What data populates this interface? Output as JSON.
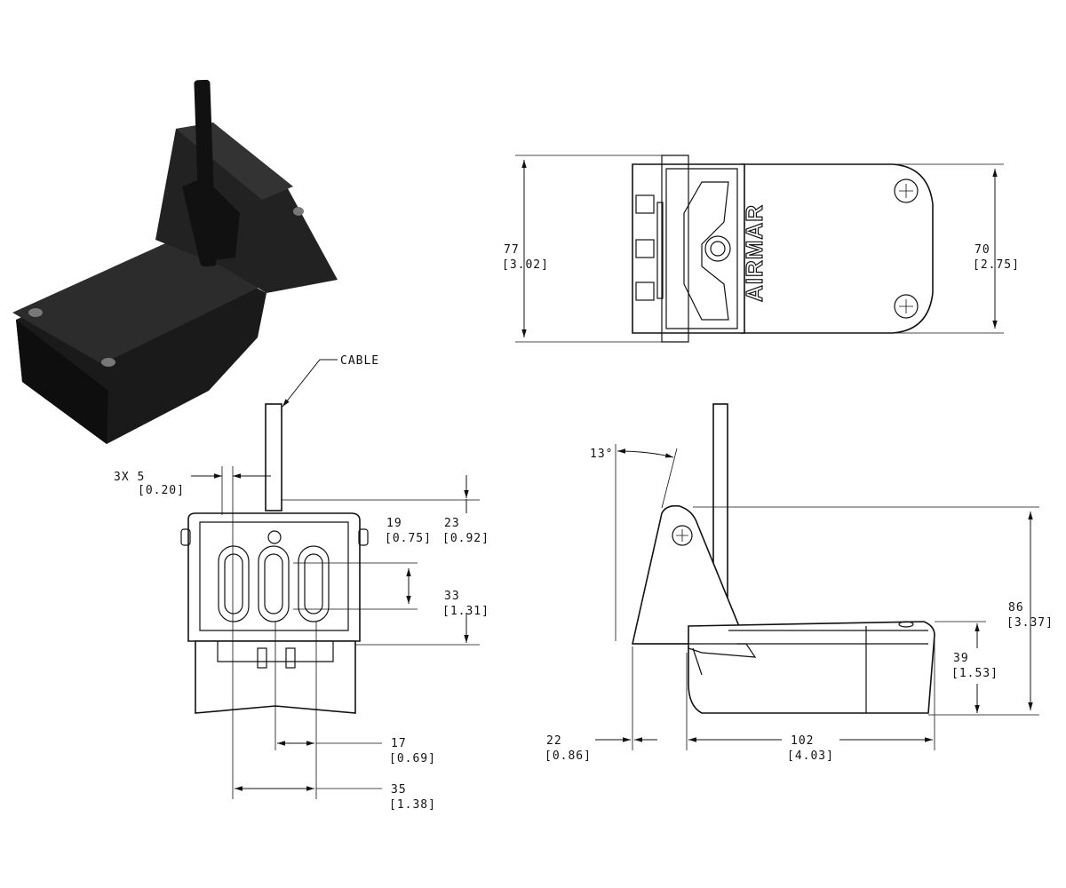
{
  "brand": "AIRMAR",
  "labels": {
    "cable": "CABLE",
    "angle": "13°"
  },
  "dimensions": {
    "width_top": {
      "mm": "77",
      "in": "[3.02]"
    },
    "width_top_inner": {
      "mm": "70",
      "in": "[2.75]"
    },
    "hole_spacing": {
      "mm": "3X 5",
      "in": "[0.20]"
    },
    "d19": {
      "mm": "19",
      "in": "[0.75]"
    },
    "d23": {
      "mm": "23",
      "in": "[0.92]"
    },
    "d33": {
      "mm": "33",
      "in": "[1.31]"
    },
    "d17": {
      "mm": "17",
      "in": "[0.69]"
    },
    "d35": {
      "mm": "35",
      "in": "[1.38]"
    },
    "d86": {
      "mm": "86",
      "in": "[3.37]"
    },
    "d39": {
      "mm": "39",
      "in": "[1.53]"
    },
    "d22": {
      "mm": "22",
      "in": "[0.86]"
    },
    "d102": {
      "mm": "102",
      "in": "[4.03]"
    }
  }
}
